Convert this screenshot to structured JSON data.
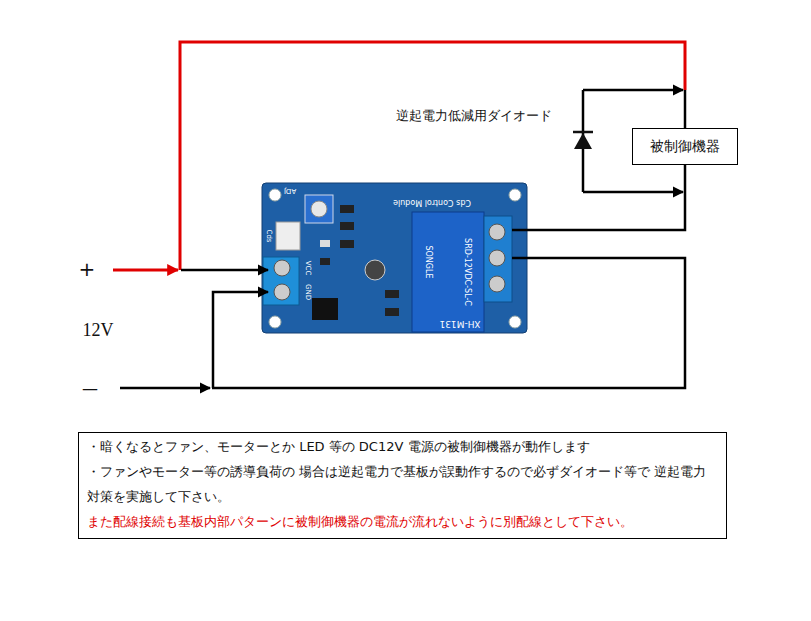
{
  "diagram": {
    "nodes": [
      {
        "text": [
          "被制御機器"
        ]
      },
      {
        "text": [
          "・暗くなるとファン、モーターとか LED 等の DC12V 電源の被制御機器が動作します",
          "・ファンやモーター等の誘導負荷の 場合は逆起電力で基板が誤動作するので必ずダイオード等で 逆起電力対策を実施して下さい。",
          "また配線接続も基板内部パターンに被制御機器の電流が流れないように別配線として下さい。"
        ]
      }
    ],
    "labels": [
      "+",
      "12V",
      "—",
      "逆起電力低減用ダイオード",
      "Cds Control Module",
      "XH-M131",
      "SRD-12VDC-SL-C",
      "SONGLE",
      "VCC",
      "GND",
      "ADJ",
      "Cds"
    ]
  }
}
